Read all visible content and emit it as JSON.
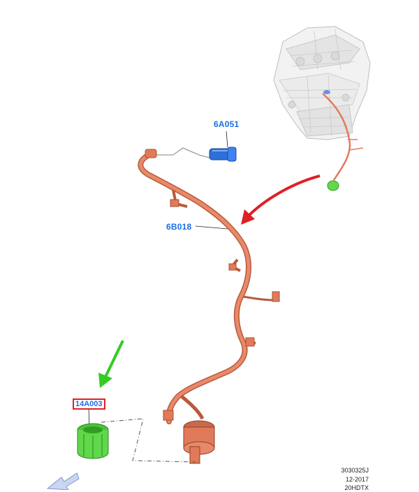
{
  "callouts": {
    "sensor": "6A051",
    "harness": "6B018",
    "connector": "14A003"
  },
  "reference": {
    "code": "3030325J",
    "date": "12-2017",
    "model": "20HDTX"
  },
  "colors": {
    "harness": "#e07a5a",
    "harness_dark": "#b85a3c",
    "callout_text": "#1a6fe0",
    "highlight_box": "#e01f26",
    "arrow_red": "#e01f26",
    "arrow_green": "#33cc22",
    "connector_green": "#5fd84a",
    "sensor_blue": "#2f6fd8"
  }
}
